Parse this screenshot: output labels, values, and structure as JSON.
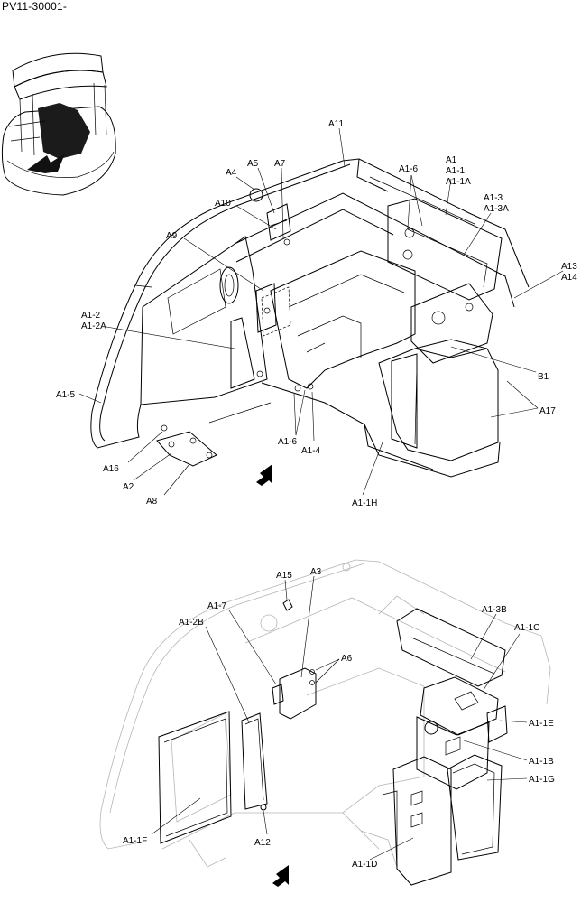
{
  "header": {
    "model_code": "PV11-30001-"
  },
  "view_arrow_icon": "arrow-icon",
  "labels": {
    "top": [
      {
        "text": "A11"
      },
      {
        "text": "A1"
      },
      {
        "text": "A1-1"
      },
      {
        "text": "A1-1A"
      },
      {
        "text": "A1-6"
      },
      {
        "text": "A4"
      },
      {
        "text": "A5"
      },
      {
        "text": "A7"
      },
      {
        "text": "A10"
      },
      {
        "text": "A1-3"
      },
      {
        "text": "A1-3A"
      },
      {
        "text": "A9"
      },
      {
        "text": "A13"
      },
      {
        "text": "A14"
      },
      {
        "text": "A1-2"
      },
      {
        "text": "A1-2A"
      },
      {
        "text": "B1"
      },
      {
        "text": "A1-5"
      },
      {
        "text": "A17"
      },
      {
        "text": "A1-6"
      },
      {
        "text": "A16"
      },
      {
        "text": "A1-4"
      },
      {
        "text": "A2"
      },
      {
        "text": "A8"
      },
      {
        "text": "A1-1H"
      }
    ],
    "bottom": [
      {
        "text": "A15"
      },
      {
        "text": "A3"
      },
      {
        "text": "A1-7"
      },
      {
        "text": "A1-3B"
      },
      {
        "text": "A1-2B"
      },
      {
        "text": "A1-1C"
      },
      {
        "text": "A6"
      },
      {
        "text": "A1-1E"
      },
      {
        "text": "A1-1B"
      },
      {
        "text": "A1-1G"
      },
      {
        "text": "A12"
      },
      {
        "text": "A1-1F"
      },
      {
        "text": "A1-1D"
      }
    ]
  }
}
